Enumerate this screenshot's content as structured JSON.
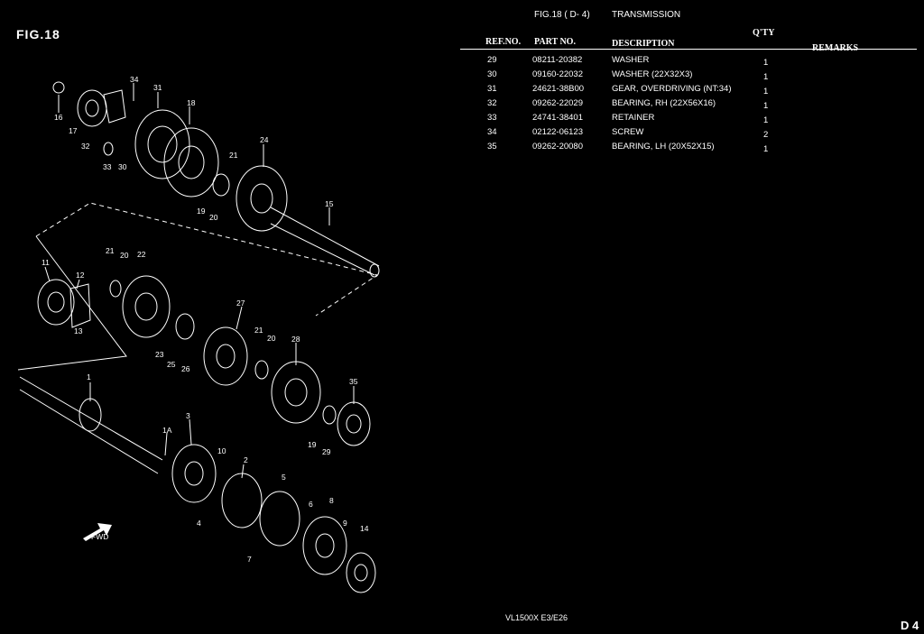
{
  "figure_label": "FIG.18",
  "header": {
    "fig_ref": "FIG.18 ( D- 4)",
    "title": "TRANSMISSION"
  },
  "columns": {
    "ref": "REF.NO.",
    "part": "PART NO.",
    "desc": "DESCRIPTION",
    "qty": "Q'TY",
    "remarks": "REMARKS"
  },
  "rows": [
    {
      "ref": "29",
      "part": "08211-20382",
      "desc": "WASHER",
      "qty": "1"
    },
    {
      "ref": "30",
      "part": "09160-22032",
      "desc": "WASHER (22X32X3)",
      "qty": "1"
    },
    {
      "ref": "31",
      "part": "24621-38B00",
      "desc": "GEAR, OVERDRIVING (NT:34)",
      "qty": "1"
    },
    {
      "ref": "32",
      "part": "09262-22029",
      "desc": "BEARING, RH (22X56X16)",
      "qty": "1"
    },
    {
      "ref": "33",
      "part": "24741-38401",
      "desc": "RETAINER",
      "qty": "1"
    },
    {
      "ref": "34",
      "part": "02122-06123",
      "desc": "SCREW",
      "qty": "2"
    },
    {
      "ref": "35",
      "part": "09262-20080",
      "desc": "BEARING, LH (20X52X15)",
      "qty": "1"
    }
  ],
  "diagram_callouts": [
    "16",
    "17",
    "32",
    "34",
    "31",
    "18",
    "33",
    "30",
    "24",
    "21",
    "19",
    "20",
    "15",
    "11",
    "12",
    "21",
    "20",
    "22",
    "13",
    "23",
    "25",
    "26",
    "27",
    "21",
    "20",
    "28",
    "35",
    "19",
    "29",
    "1",
    "1A",
    "3",
    "10",
    "2",
    "5",
    "4",
    "6",
    "8",
    "9",
    "14",
    "7"
  ],
  "fwd_label": "FWD",
  "footer": {
    "model": "VL1500X E3/E26",
    "page": "D 4"
  }
}
